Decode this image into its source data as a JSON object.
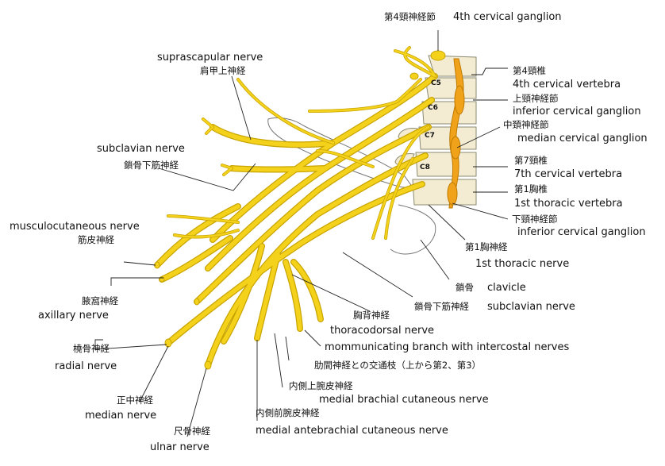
{
  "colors": {
    "nerve": "#f4d21c",
    "nerve_outline": "#c8a400",
    "ganglion": "#f0a31a",
    "bone": "#f3ecd2",
    "bone_outline": "#8a8a70",
    "leader": "#222222",
    "background": "#ffffff"
  },
  "labels": {
    "c4_ganglion_ja": "第4頸神経節",
    "c4_ganglion_en": "4th cervical ganglion",
    "suprascapular_en": "suprascapular nerve",
    "suprascapular_ja": "肩甲上神経",
    "c4_vertebra_ja": "第4頸椎",
    "c4_vertebra_en": "4th cervical vertebra",
    "upper_ganglion_ja": "上頸神経節",
    "upper_ganglion_en": "inferior cervical ganglion",
    "middle_ganglion_ja": "中頚神経節",
    "middle_ganglion_en": "median cervical ganglion",
    "subclavian_left_en": "subclavian nerve",
    "subclavian_left_ja": "鎖骨下筋神経",
    "c7_vertebra_ja": "第7頸椎",
    "c7_vertebra_en": "7th cervical vertebra",
    "t1_vertebra_ja": "第1胸椎",
    "t1_vertebra_en": "1st thoracic vertebra",
    "lower_ganglion_ja": "下頸神経節",
    "lower_ganglion_en": "inferior cervical ganglion",
    "musculocutaneous_en": "musculocutaneous nerve",
    "musculocutaneous_ja": "筋皮神経",
    "t1_nerve_ja": "第1胸神経",
    "t1_nerve_en": "1st thoracic nerve",
    "clavicle_ja": "鎖骨",
    "clavicle_en": "clavicle",
    "axillary_ja": "腋窩神経",
    "axillary_en": "axillary nerve",
    "subclavian_right_ja": "鎖骨下筋神経",
    "subclavian_right_en": "subclavian nerve",
    "thoracodorsal_ja": "胸背神経",
    "thoracodorsal_en": "thoracodorsal nerve",
    "radial_ja": "橈骨神経",
    "radial_en": "radial nerve",
    "intercostal_en": "mommunicating branch with intercostal nerves",
    "intercostal_ja": "肋間神経との交通枝（上から第2、第3）",
    "median_ja": "正中神経",
    "median_en": "median nerve",
    "brachial_cut_ja": "内側上腕皮神経",
    "brachial_cut_en": "medial brachial cutaneous nerve",
    "antebrachial_cut_ja": "内側前腕皮神経",
    "antebrachial_cut_en": "medial antebrachial cutaneous nerve",
    "ulnar_ja": "尺骨神経",
    "ulnar_en": "ulnar nerve"
  },
  "vertebra_tags": {
    "c5": "C5",
    "c6": "C6",
    "c7": "C7",
    "c8": "C8"
  }
}
